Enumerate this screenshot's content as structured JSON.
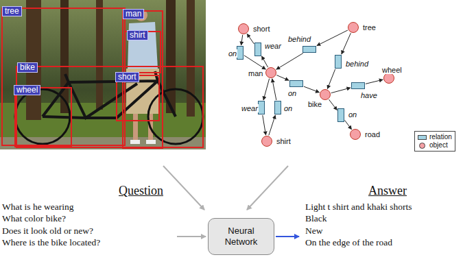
{
  "diagram": {
    "nodes": [
      {
        "text": [
          "short"
        ]
      },
      {
        "text": [
          "tree"
        ]
      },
      {
        "text": [
          "on"
        ]
      },
      {
        "text": [
          "wear"
        ]
      },
      {
        "text": [
          "behind"
        ]
      },
      {
        "text": [
          "behind"
        ]
      },
      {
        "text": [
          "man"
        ]
      },
      {
        "text": [
          "wheel"
        ]
      },
      {
        "text": [
          "on"
        ]
      },
      {
        "text": [
          "have"
        ]
      },
      {
        "text": [
          "bike"
        ]
      },
      {
        "text": [
          "wear"
        ]
      },
      {
        "text": [
          "on"
        ]
      },
      {
        "text": [
          "on"
        ]
      },
      {
        "text": [
          "road"
        ]
      },
      {
        "text": [
          "shirt"
        ]
      },
      {
        "text": [
          "Neural Network"
        ]
      }
    ],
    "edges": [
      {
        "from": 0,
        "to": 2,
        "arrow": "to"
      },
      {
        "from": 2,
        "to": 6,
        "arrow": "to"
      },
      {
        "from": 6,
        "to": 3,
        "arrow": "to"
      },
      {
        "from": 3,
        "to": 0,
        "arrow": "to"
      },
      {
        "from": 1,
        "to": 4,
        "arrow": "to"
      },
      {
        "from": 4,
        "to": 6,
        "arrow": "to"
      },
      {
        "from": 1,
        "to": 5,
        "arrow": "to"
      },
      {
        "from": 5,
        "to": 10,
        "arrow": "to"
      },
      {
        "from": 6,
        "to": 8,
        "arrow": "to"
      },
      {
        "from": 8,
        "to": 10,
        "arrow": "to"
      },
      {
        "from": 10,
        "to": 9,
        "arrow": "to"
      },
      {
        "from": 9,
        "to": 7,
        "arrow": "to"
      },
      {
        "from": 10,
        "to": 13,
        "arrow": "to"
      },
      {
        "from": 13,
        "to": 14,
        "arrow": "to"
      },
      {
        "from": 6,
        "to": 11,
        "arrow": "to"
      },
      {
        "from": 11,
        "to": 15,
        "arrow": "to"
      },
      {
        "from": 15,
        "to": 12,
        "arrow": "to"
      },
      {
        "from": 12,
        "to": 6,
        "arrow": "to"
      }
    ],
    "labels": [
      "tree",
      "man",
      "shirt",
      "bike",
      "short",
      "wheel",
      "Question",
      "What is he wearing",
      "What color bike?",
      "Does it look old or new?",
      "Where is the bike located?",
      "Answer",
      "Light t shirt and khaki shorts",
      "Black",
      "New",
      "On the edge of the road"
    ],
    "legend": [
      {
        "text": "relation",
        "color": "#a3d3e3"
      },
      {
        "text": "object",
        "color": "#f5a0a5"
      }
    ]
  }
}
